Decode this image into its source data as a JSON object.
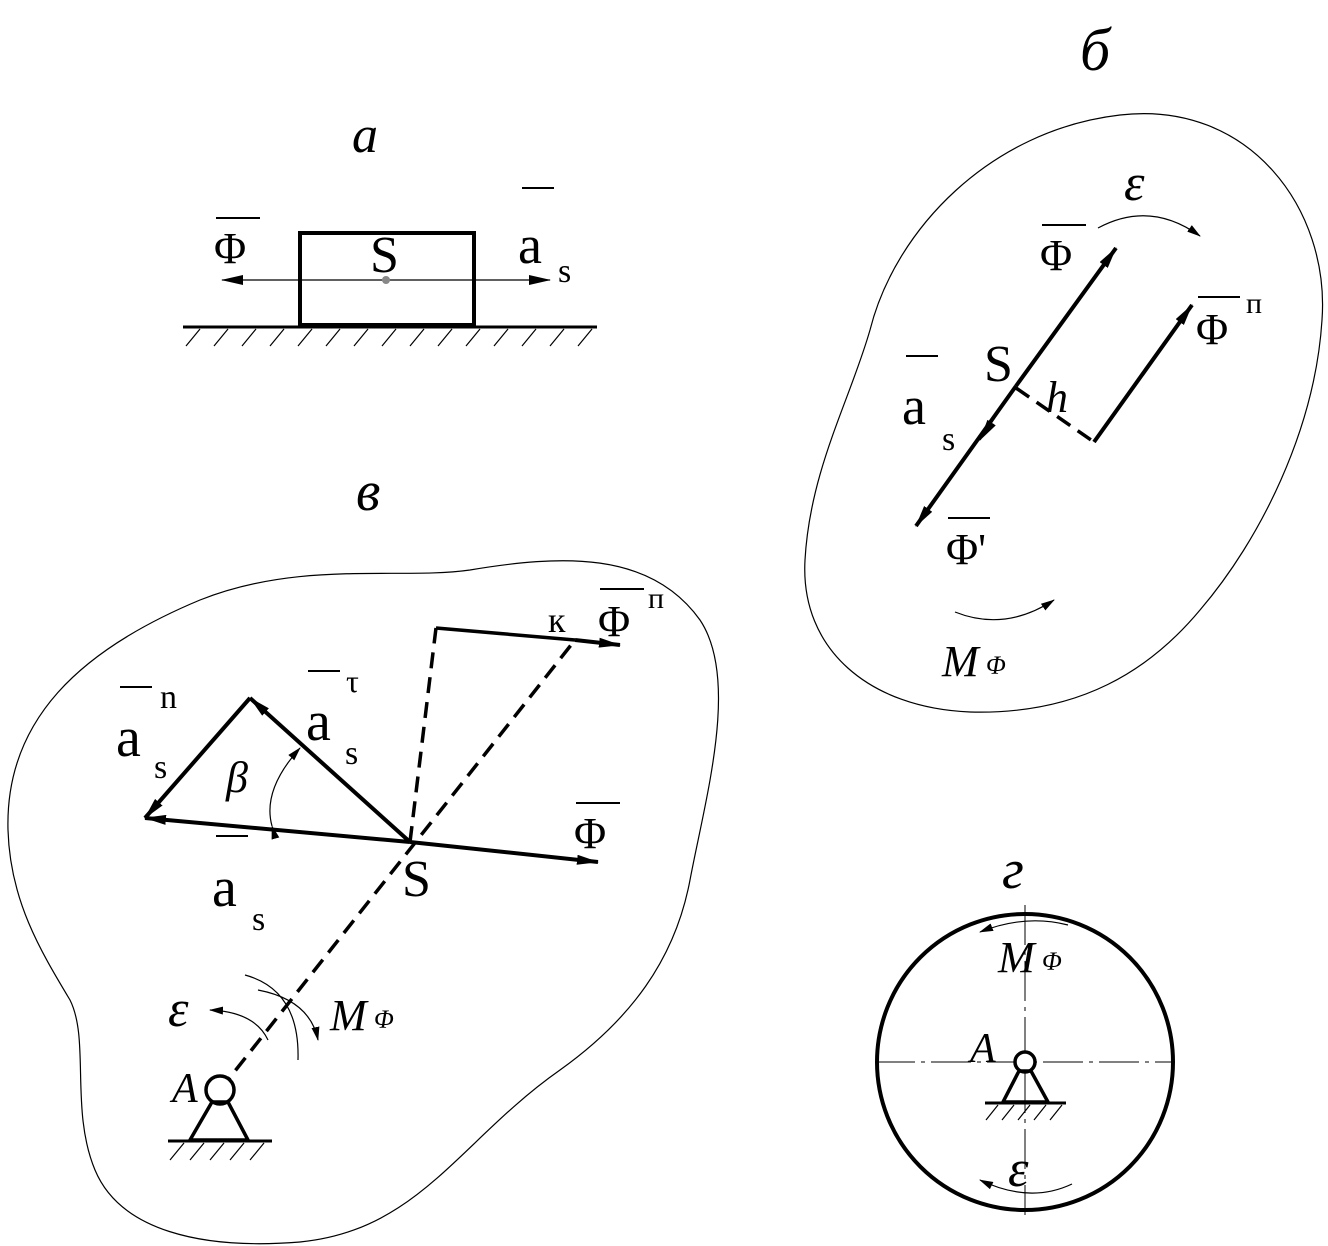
{
  "panels": {
    "a": {
      "title": "а",
      "label_phi": "Φ",
      "label_s": "S",
      "label_as_main": "a",
      "label_as_sub": "s"
    },
    "b": {
      "title": "б",
      "label_eps": "ε",
      "label_phi": "Φ",
      "label_phi_p_main": "Φ",
      "label_phi_p_sup": "п",
      "label_s": "S",
      "label_h": "h",
      "label_as_main": "a",
      "label_as_sub": "s",
      "label_phi_prime": "Φ'",
      "label_m_main": "M",
      "label_m_sub": "Φ"
    },
    "v": {
      "title": "в",
      "label_an_main": "a",
      "label_an_sub": "s",
      "label_an_sup": "n",
      "label_at_main": "a",
      "label_at_sub": "s",
      "label_at_sup": "τ",
      "label_beta": "β",
      "label_k": "к",
      "label_phi_p_main": "Φ",
      "label_phi_p_sup": "п",
      "label_phi": "Φ",
      "label_s": "S",
      "label_as_main": "a",
      "label_as_sub": "s",
      "label_eps": "ε",
      "label_m_main": "M",
      "label_m_sub": "Φ",
      "label_a": "A"
    },
    "g": {
      "title": "г",
      "label_m_main": "M",
      "label_m_sub": "Φ",
      "label_a": "A",
      "label_eps": "ε"
    }
  }
}
